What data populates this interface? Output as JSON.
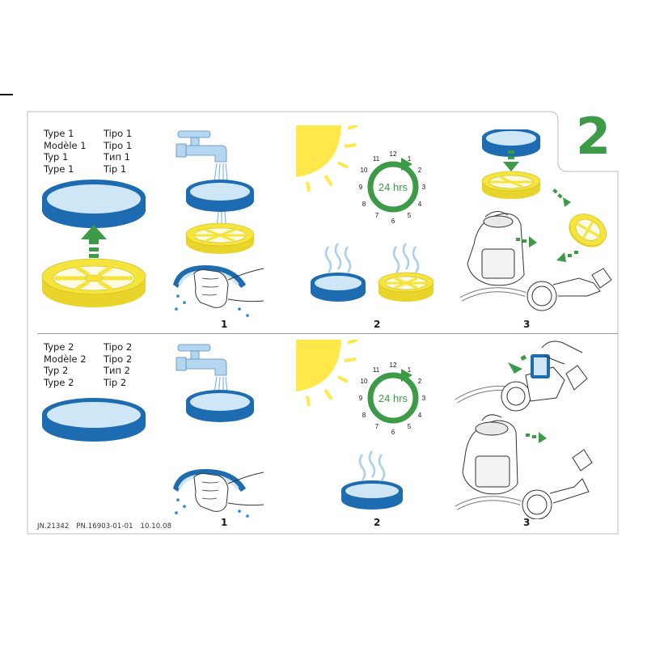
{
  "step_number": "2",
  "row_type1": {
    "labels_left": [
      "Type 1",
      "Modèle 1",
      "Typ 1",
      "Type 1"
    ],
    "labels_right": [
      "Tipo 1",
      "Tipo 1",
      "Тип 1",
      "Tip 1"
    ],
    "step_labels": [
      "1",
      "2",
      "3"
    ]
  },
  "row_type2": {
    "labels_left": [
      "Type 2",
      "Modèle 2",
      "Typ 2",
      "Type 2"
    ],
    "labels_right": [
      "Tipo 2",
      "Tipo 2",
      "Тип 2",
      "Tip 2"
    ],
    "step_labels": [
      "1",
      "2",
      "3"
    ]
  },
  "clock": {
    "duration_label": "24 hrs",
    "numbers": [
      "12",
      "1",
      "2",
      "3",
      "4",
      "5",
      "6",
      "7",
      "8",
      "9",
      "10",
      "11"
    ]
  },
  "footer": {
    "job_number": "JN.21342",
    "part_number": "PN.16903-01-01",
    "date": "10.10.08"
  },
  "colors": {
    "filter_blue": "#1d6bb0",
    "filter_light": "#cfe6f7",
    "filter_yellow": "#f5e43c",
    "arrow_green": "#3d9a46",
    "sun_yellow": "#ffe94a",
    "water_blue": "#3a8fd6",
    "tap_blue": "#b5d6ef"
  }
}
